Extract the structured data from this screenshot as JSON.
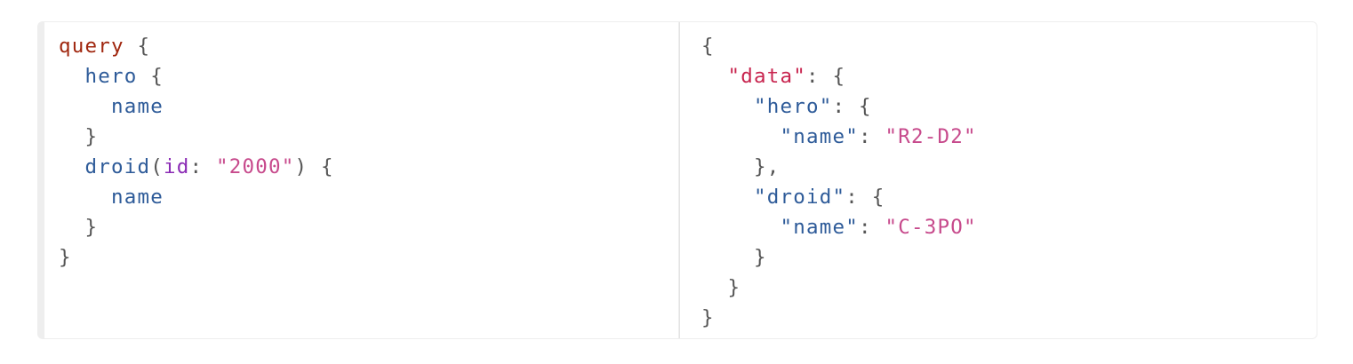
{
  "query_editor": {
    "lines": [
      [
        [
          "keyword",
          "query"
        ],
        [
          "punct",
          " {"
        ]
      ],
      [
        [
          "punct",
          "  "
        ],
        [
          "field",
          "hero"
        ],
        [
          "punct",
          " {"
        ]
      ],
      [
        [
          "punct",
          "    "
        ],
        [
          "field",
          "name"
        ]
      ],
      [
        [
          "punct",
          "  }"
        ]
      ],
      [
        [
          "punct",
          "  "
        ],
        [
          "field",
          "droid"
        ],
        [
          "punct",
          "("
        ],
        [
          "arg",
          "id"
        ],
        [
          "punct",
          ": "
        ],
        [
          "string",
          "\"2000\""
        ],
        [
          "punct",
          ") {"
        ]
      ],
      [
        [
          "punct",
          "    "
        ],
        [
          "field",
          "name"
        ]
      ],
      [
        [
          "punct",
          "  }"
        ]
      ],
      [
        [
          "punct",
          "}"
        ]
      ]
    ]
  },
  "result_viewer": {
    "lines": [
      [
        [
          "punct",
          "{"
        ]
      ],
      [
        [
          "punct",
          "  "
        ],
        [
          "datakey",
          "\"data\""
        ],
        [
          "punct",
          ": {"
        ]
      ],
      [
        [
          "punct",
          "    "
        ],
        [
          "key",
          "\"hero\""
        ],
        [
          "punct",
          ": {"
        ]
      ],
      [
        [
          "punct",
          "      "
        ],
        [
          "key",
          "\"name\""
        ],
        [
          "punct",
          ": "
        ],
        [
          "string",
          "\"R2-D2\""
        ]
      ],
      [
        [
          "punct",
          "    },"
        ]
      ],
      [
        [
          "punct",
          "    "
        ],
        [
          "key",
          "\"droid\""
        ],
        [
          "punct",
          ": {"
        ]
      ],
      [
        [
          "punct",
          "      "
        ],
        [
          "key",
          "\"name\""
        ],
        [
          "punct",
          ": "
        ],
        [
          "string",
          "\"C-3PO\""
        ]
      ],
      [
        [
          "punct",
          "    }"
        ]
      ],
      [
        [
          "punct",
          "  }"
        ]
      ],
      [
        [
          "punct",
          "}"
        ]
      ]
    ]
  }
}
